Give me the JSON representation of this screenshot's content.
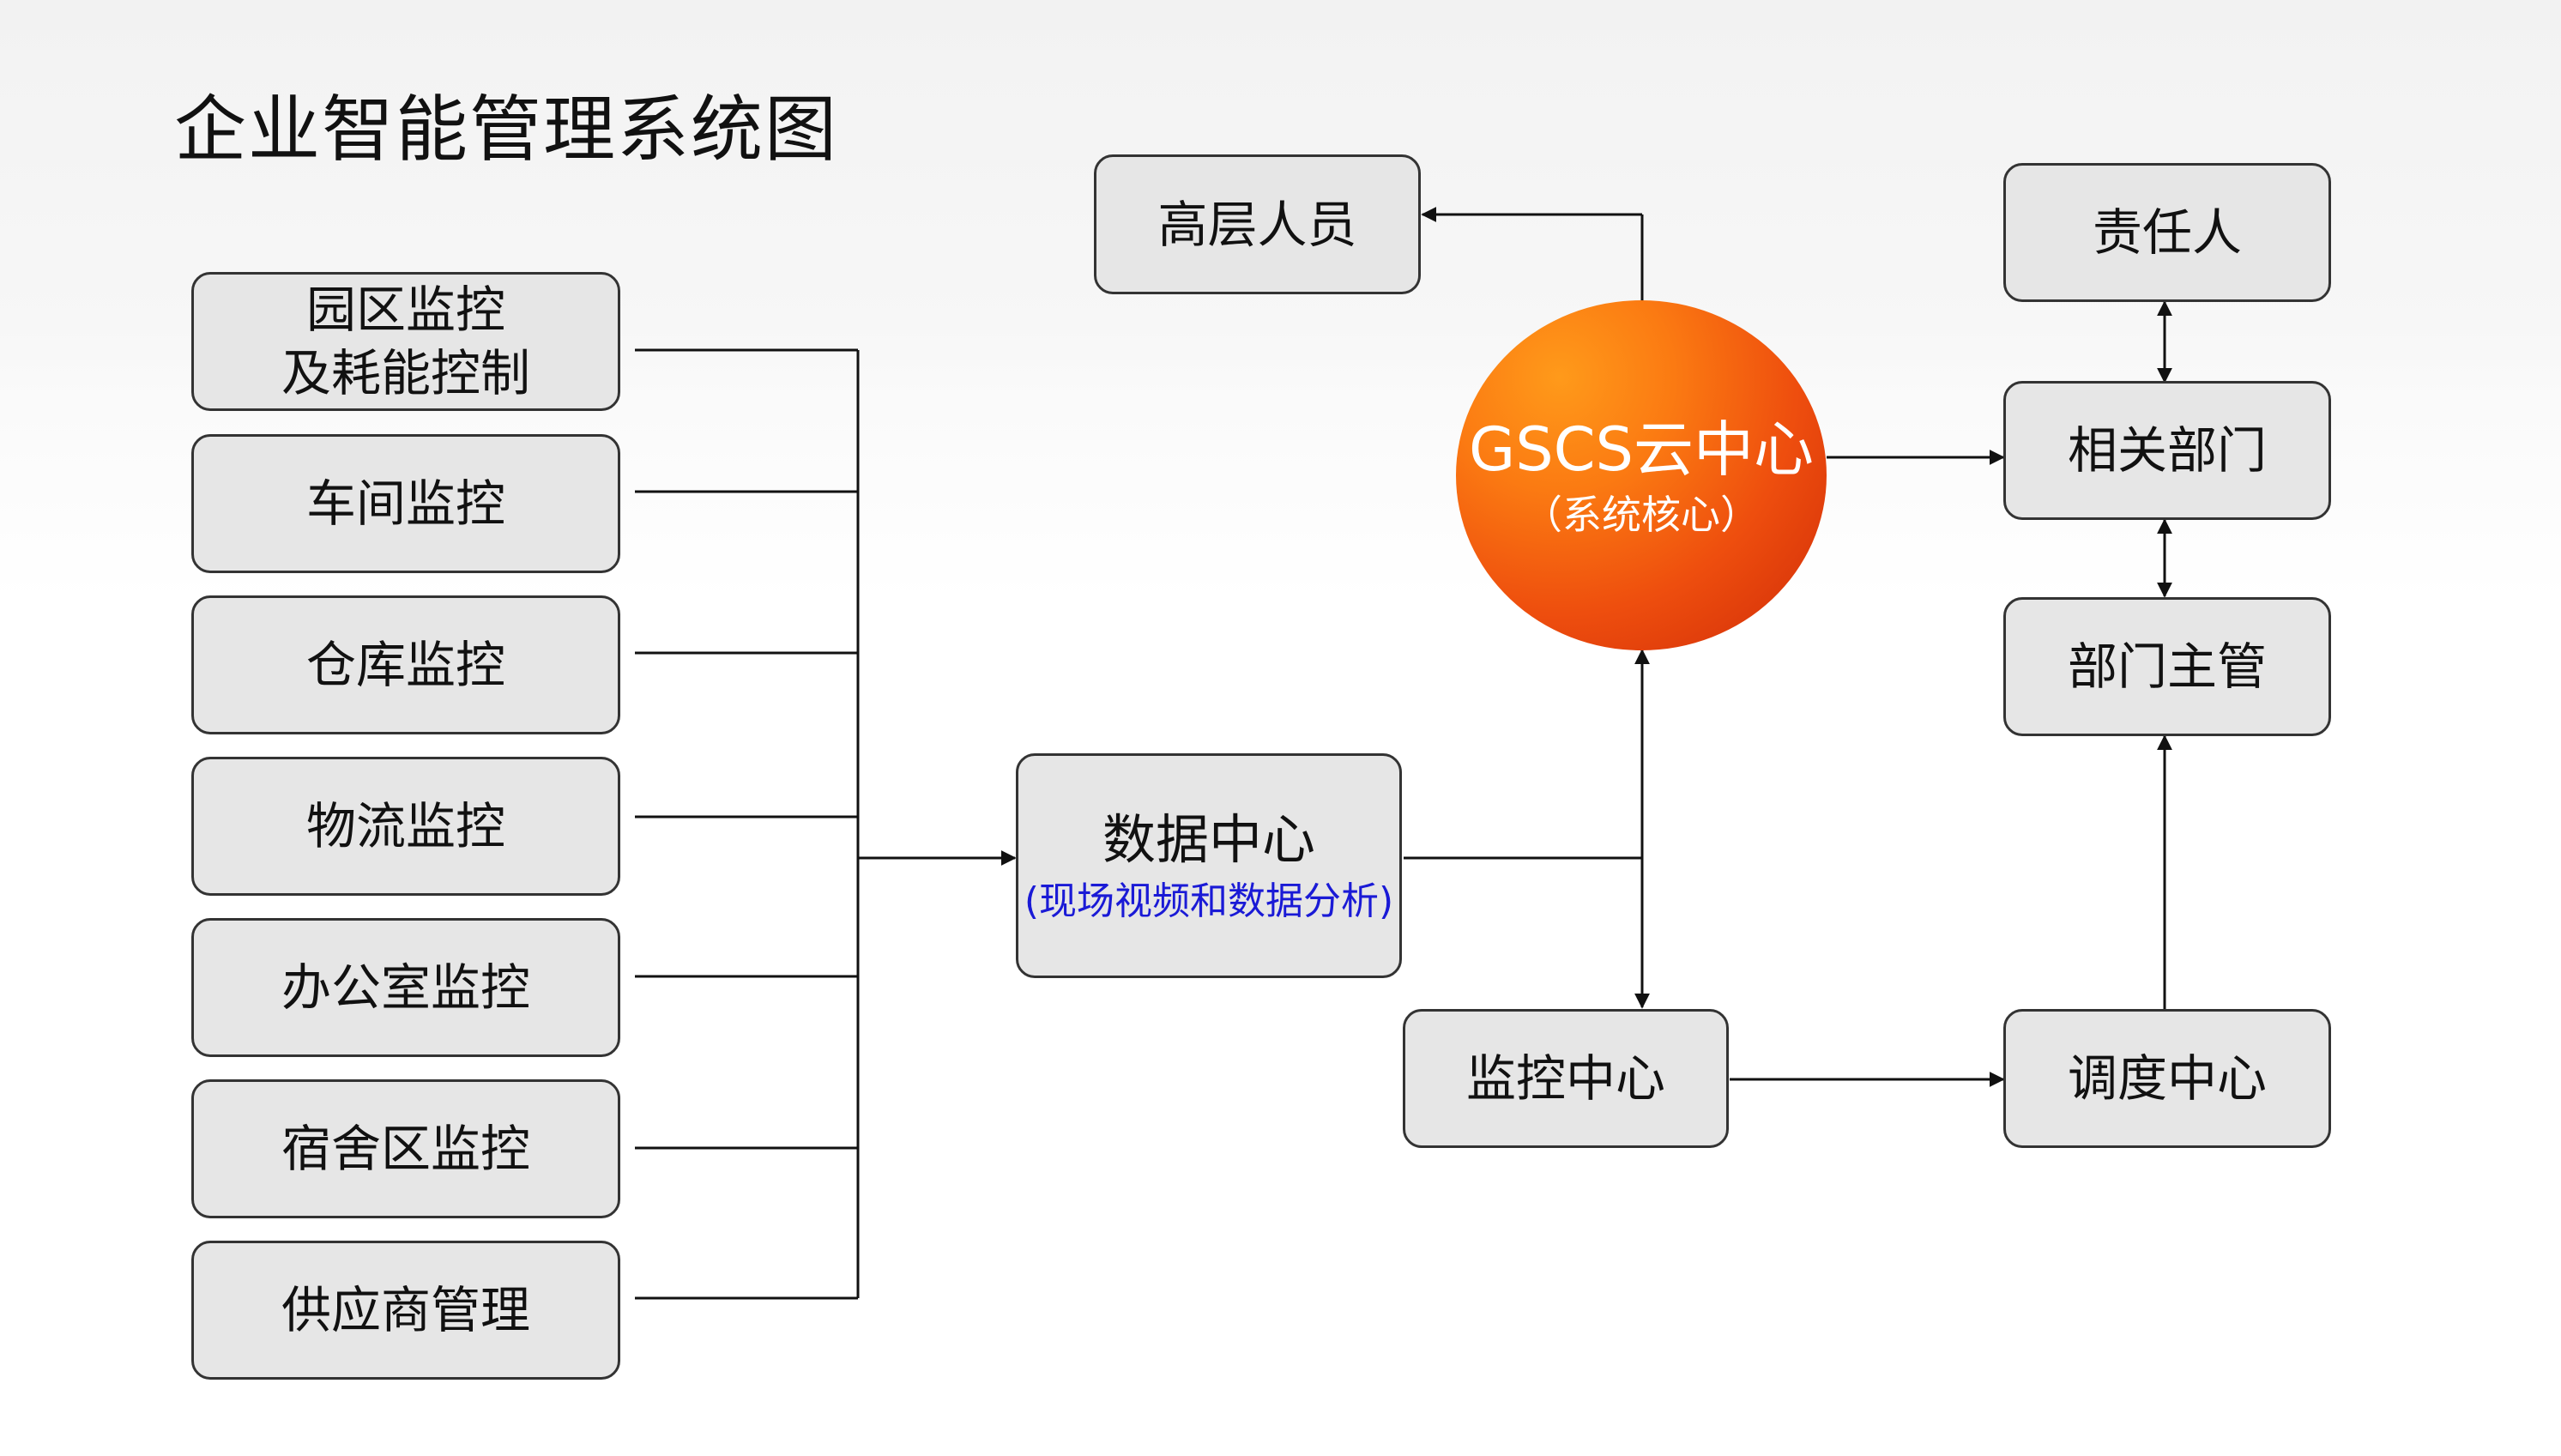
{
  "title": "企业智能管理系统图",
  "colors": {
    "box_fill": "#e6e6e6",
    "box_border": "#333333",
    "line": "#111111",
    "circle_core": "#ff9a1a",
    "circle_edge": "#cf2a08",
    "subtitle_blue": "#1a1ad6"
  },
  "left_modules": [
    {
      "line1": "园区监控",
      "line2": "及耗能控制"
    },
    {
      "line1": "车间监控"
    },
    {
      "line1": "仓库监控"
    },
    {
      "line1": "物流监控"
    },
    {
      "line1": "办公室监控"
    },
    {
      "line1": "宿舍区监控"
    },
    {
      "line1": "供应商管理"
    }
  ],
  "data_center": {
    "label": "数据中心",
    "sub": "(现场视频和数据分析)"
  },
  "cloud_center": {
    "label": "GSCS云中心",
    "sub": "（系统核心）"
  },
  "senior_staff": "高层人员",
  "monitor_center": "监控中心",
  "dispatch_center": "调度中心",
  "responsible_person": "责任人",
  "related_departments": "相关部门",
  "department_head": "部门主管"
}
